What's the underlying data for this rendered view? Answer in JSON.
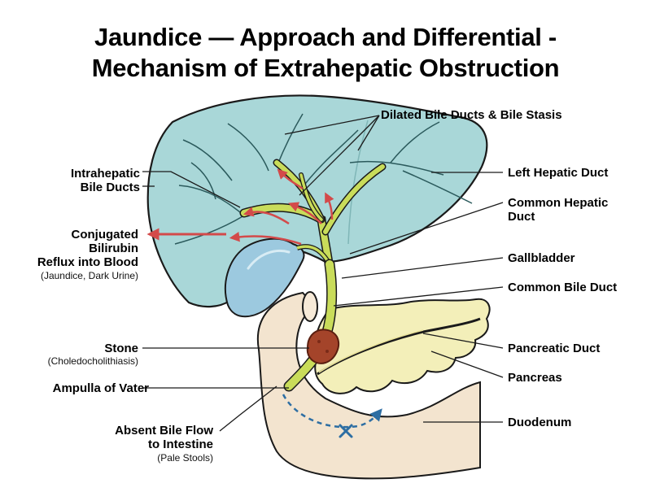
{
  "title": {
    "line1": "Jaundice — Approach and Differential -",
    "line2": "Mechanism of Extrahepatic Obstruction"
  },
  "labels": {
    "dilated_ducts": "Dilated Bile Ducts & Bile Stasis",
    "intrahepatic_1": "Intrahepatic",
    "intrahepatic_2": "Bile Ducts",
    "reflux_1": "Conjugated",
    "reflux_2": "Bilirubin",
    "reflux_3": "Reflux into Blood",
    "reflux_sub": "(Jaundice, Dark Urine)",
    "stone": "Stone",
    "stone_sub": "(Choledocholithiasis)",
    "ampulla": "Ampulla of Vater",
    "absent_1": "Absent Bile Flow",
    "absent_2": "to Intestine",
    "absent_sub": "(Pale Stools)",
    "left_hepatic": "Left Hepatic Duct",
    "common_hepatic_1": "Common Hepatic",
    "common_hepatic_2": "Duct",
    "gallbladder": "Gallbladder",
    "common_bile": "Common Bile Duct",
    "pancreatic_duct": "Pancreatic Duct",
    "pancreas": "Pancreas",
    "duodenum": "Duodenum"
  },
  "colors": {
    "liver": "#a9d7d8",
    "bile": "#c9dc5a",
    "gallbladder": "#9cc9df",
    "pancreas": "#f3efb9",
    "duodenum": "#f3e4cf",
    "stone": "#a4442a",
    "reflux_arrow": "#d34a4a",
    "flow_arrow": "#2d6ea3"
  }
}
